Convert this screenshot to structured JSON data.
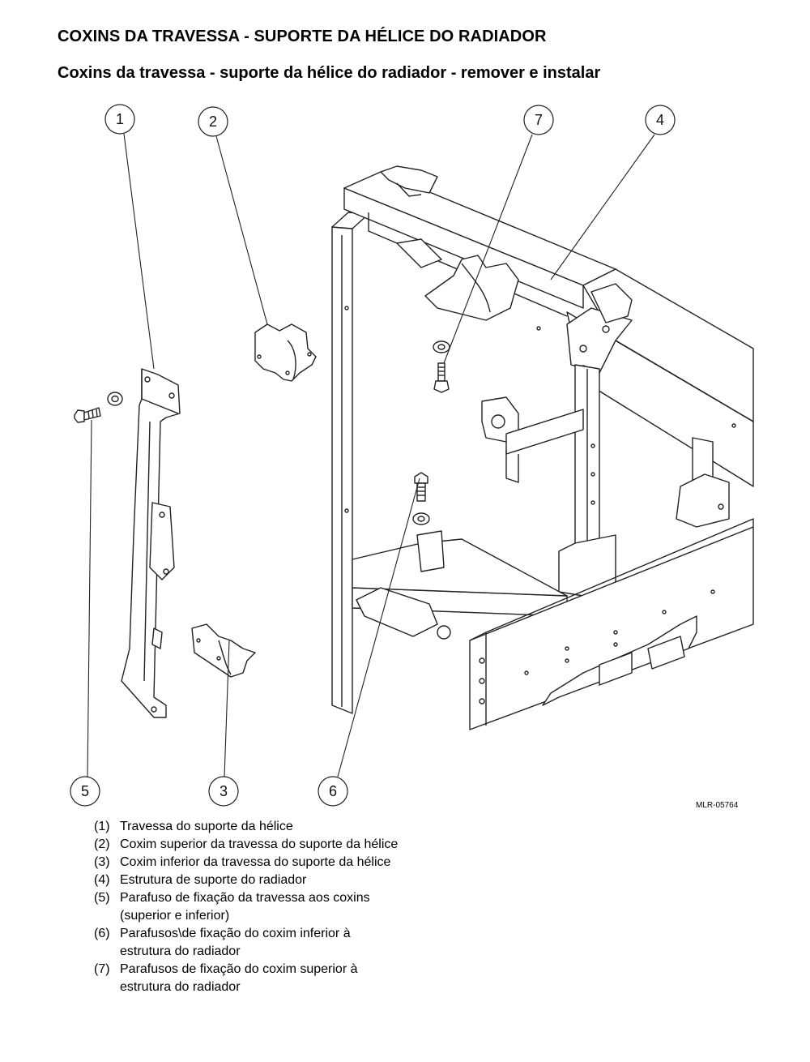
{
  "document": {
    "title": "COXINS DA TRAVESSA - SUPORTE DA HÉLICE DO RADIADOR",
    "subtitle": "Coxins da travessa - suporte da hélice do radiador - remover e instalar"
  },
  "figure": {
    "code": "MLR-05764",
    "callouts": [
      "1",
      "2",
      "3",
      "4",
      "5",
      "6",
      "7"
    ]
  },
  "legend": [
    {
      "num": "(1)",
      "text": "Travessa do suporte da hélice"
    },
    {
      "num": "(2)",
      "text": "Coxim superior da travessa do suporte da hélice"
    },
    {
      "num": "(3)",
      "text": "Coxim inferior da travessa do suporte da hélice"
    },
    {
      "num": "(4)",
      "text": "Estrutura de suporte do radiador"
    },
    {
      "num": "(5)",
      "text": "Parafuso de fixação da travessa aos coxins (superior e inferior)"
    },
    {
      "num": "(6)",
      "text": "Parafusos\\de fixação do coxim inferior à estrutura do radiador"
    },
    {
      "num": "(7)",
      "text": "Parafusos de fixação do coxim superior à estrutura do radiador"
    }
  ]
}
